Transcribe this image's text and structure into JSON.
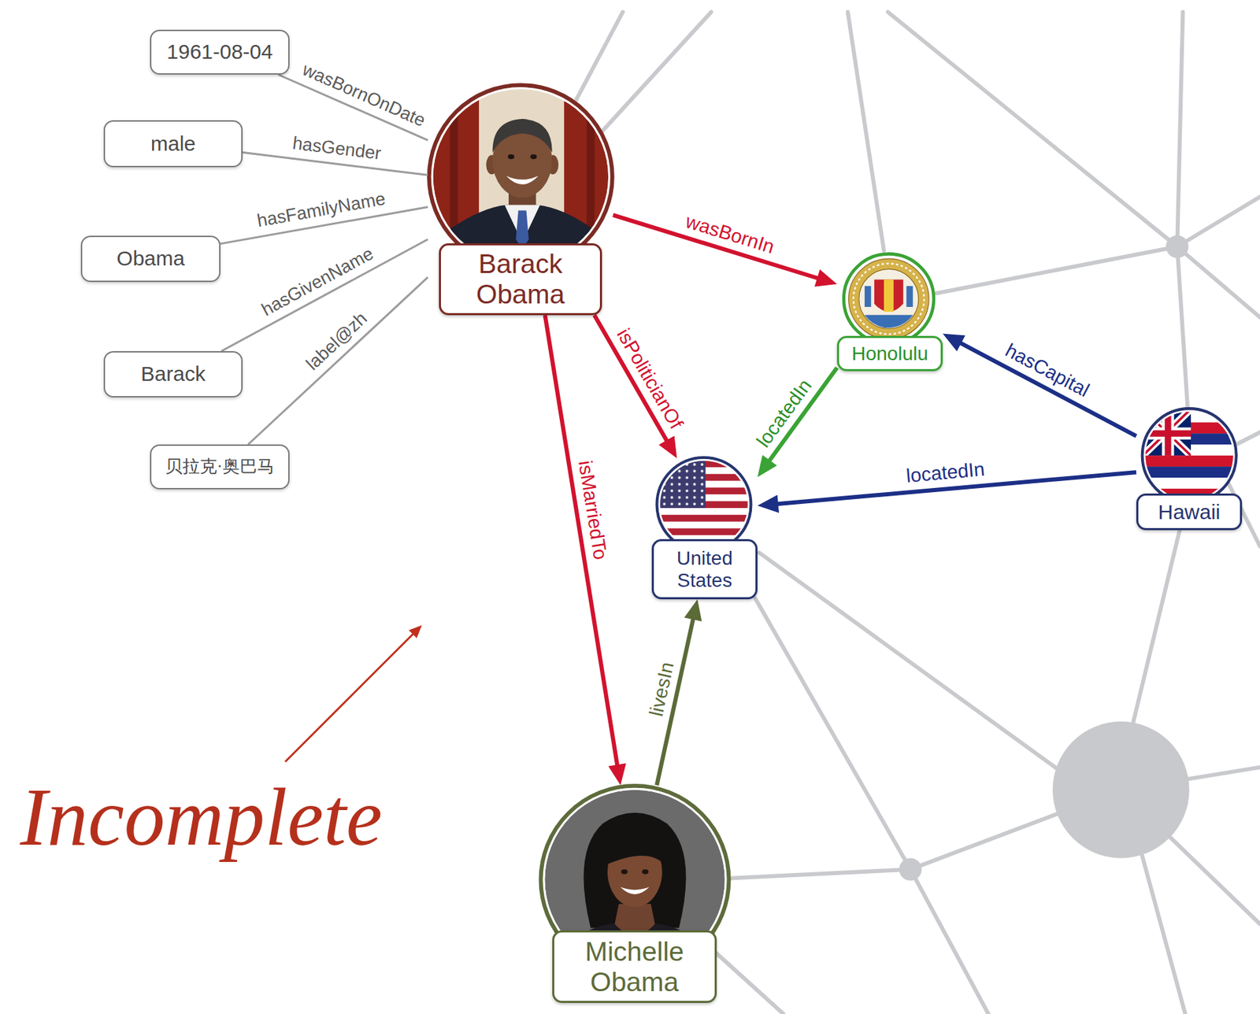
{
  "diagram": {
    "nodes": [
      {
        "text": [
          "Barack Obama"
        ]
      },
      {
        "text": [
          "1961-08-04"
        ]
      },
      {
        "text": [
          "male"
        ]
      },
      {
        "text": [
          "Obama"
        ]
      },
      {
        "text": [
          "Barack"
        ]
      },
      {
        "text": [
          "贝拉克·奥巴马"
        ]
      },
      {
        "text": [
          "Honolulu"
        ]
      },
      {
        "text": [
          "United States"
        ]
      },
      {
        "text": [
          "Hawaii"
        ]
      },
      {
        "text": [
          "Michelle Obama"
        ]
      }
    ],
    "edges": [
      {
        "from": 0,
        "to": 1,
        "label": "wasBornOnDate",
        "arrow": "none"
      },
      {
        "from": 0,
        "to": 2,
        "label": "hasGender",
        "arrow": "none"
      },
      {
        "from": 0,
        "to": 3,
        "label": "hasFamilyName",
        "arrow": "none"
      },
      {
        "from": 0,
        "to": 4,
        "label": "hasGivenName",
        "arrow": "none"
      },
      {
        "from": 0,
        "to": 5,
        "label": "label@zh",
        "arrow": "none"
      },
      {
        "from": 0,
        "to": 6,
        "label": "wasBornIn",
        "arrow": "to"
      },
      {
        "from": 0,
        "to": 7,
        "label": "isPoliticianOf",
        "arrow": "to"
      },
      {
        "from": 6,
        "to": 7,
        "label": "locatedIn",
        "arrow": "to"
      },
      {
        "from": 8,
        "to": 6,
        "label": "hasCapital",
        "arrow": "to"
      },
      {
        "from": 8,
        "to": 7,
        "label": "locatedIn",
        "arrow": "to"
      },
      {
        "from": 0,
        "to": 9,
        "label": "isMarriedTo",
        "arrow": "to"
      },
      {
        "from": 9,
        "to": 7,
        "label": "livesIn",
        "arrow": "to"
      }
    ],
    "labels": [
      "Incomplete"
    ]
  }
}
